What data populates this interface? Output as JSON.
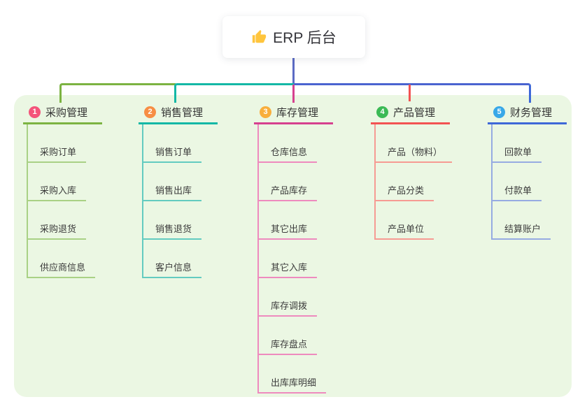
{
  "root": {
    "title": "ERP 后台",
    "icon": "thumbs-up-icon",
    "icon_color": "#FFC53D"
  },
  "panel": {
    "bg_color": "#EBF7E3"
  },
  "connector": {
    "trunk_color": "#5C6BC4",
    "bus_blue_color": "#4A64D0"
  },
  "branches": [
    {
      "num": "1",
      "title": "采购管理",
      "badge_color": "#F4547A",
      "line_color": "#7CB342",
      "child_line_color": "#A9D185",
      "children": [
        "采购订单",
        "采购入库",
        "采购退货",
        "供应商信息"
      ]
    },
    {
      "num": "2",
      "title": "销售管理",
      "badge_color": "#F78E44",
      "line_color": "#14B8A6",
      "child_line_color": "#63CBC0",
      "children": [
        "销售订单",
        "销售出库",
        "销售退货",
        "客户信息"
      ]
    },
    {
      "num": "3",
      "title": "库存管理",
      "badge_color": "#F9AE3C",
      "line_color": "#D6418F",
      "child_line_color": "#EE8ABE",
      "children": [
        "仓库信息",
        "产品库存",
        "其它出库",
        "其它入库",
        "库存调拨",
        "库存盘点",
        "出库库明细"
      ]
    },
    {
      "num": "4",
      "title": "产品管理",
      "badge_color": "#3BBA55",
      "line_color": "#F25352",
      "child_line_color": "#F69B93",
      "children": [
        "产品（物料）",
        "产品分类",
        "产品单位"
      ]
    },
    {
      "num": "5",
      "title": "财务管理",
      "badge_color": "#38A8E8",
      "line_color": "#3E68D8",
      "child_line_color": "#96ABE2",
      "children": [
        "回款单",
        "付款单",
        "结算账户"
      ]
    }
  ]
}
